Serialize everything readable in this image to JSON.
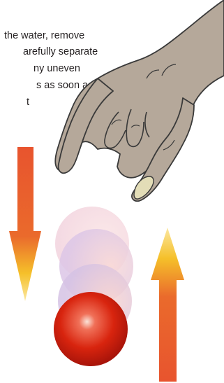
{
  "instruction_lines": [
    "the water, remove",
    "arefully separate",
    "ny uneven",
    "s as soon as",
    "t"
  ],
  "colors": {
    "text": "#231f20",
    "arrow_top": "#e8542e",
    "arrow_tip": "#f5c02a",
    "ball_red": "#d8240e",
    "ball_ghost_pink": "#f5cfe0",
    "ball_ghost_lavender": "#d9c3e6",
    "hand_skin": "#b5a89a",
    "hand_outline": "#3a3a3a",
    "fingernail": "#e3ddb7"
  },
  "icons": [
    "hand-icon",
    "down-arrow-icon",
    "up-arrow-icon",
    "ball-icon"
  ]
}
